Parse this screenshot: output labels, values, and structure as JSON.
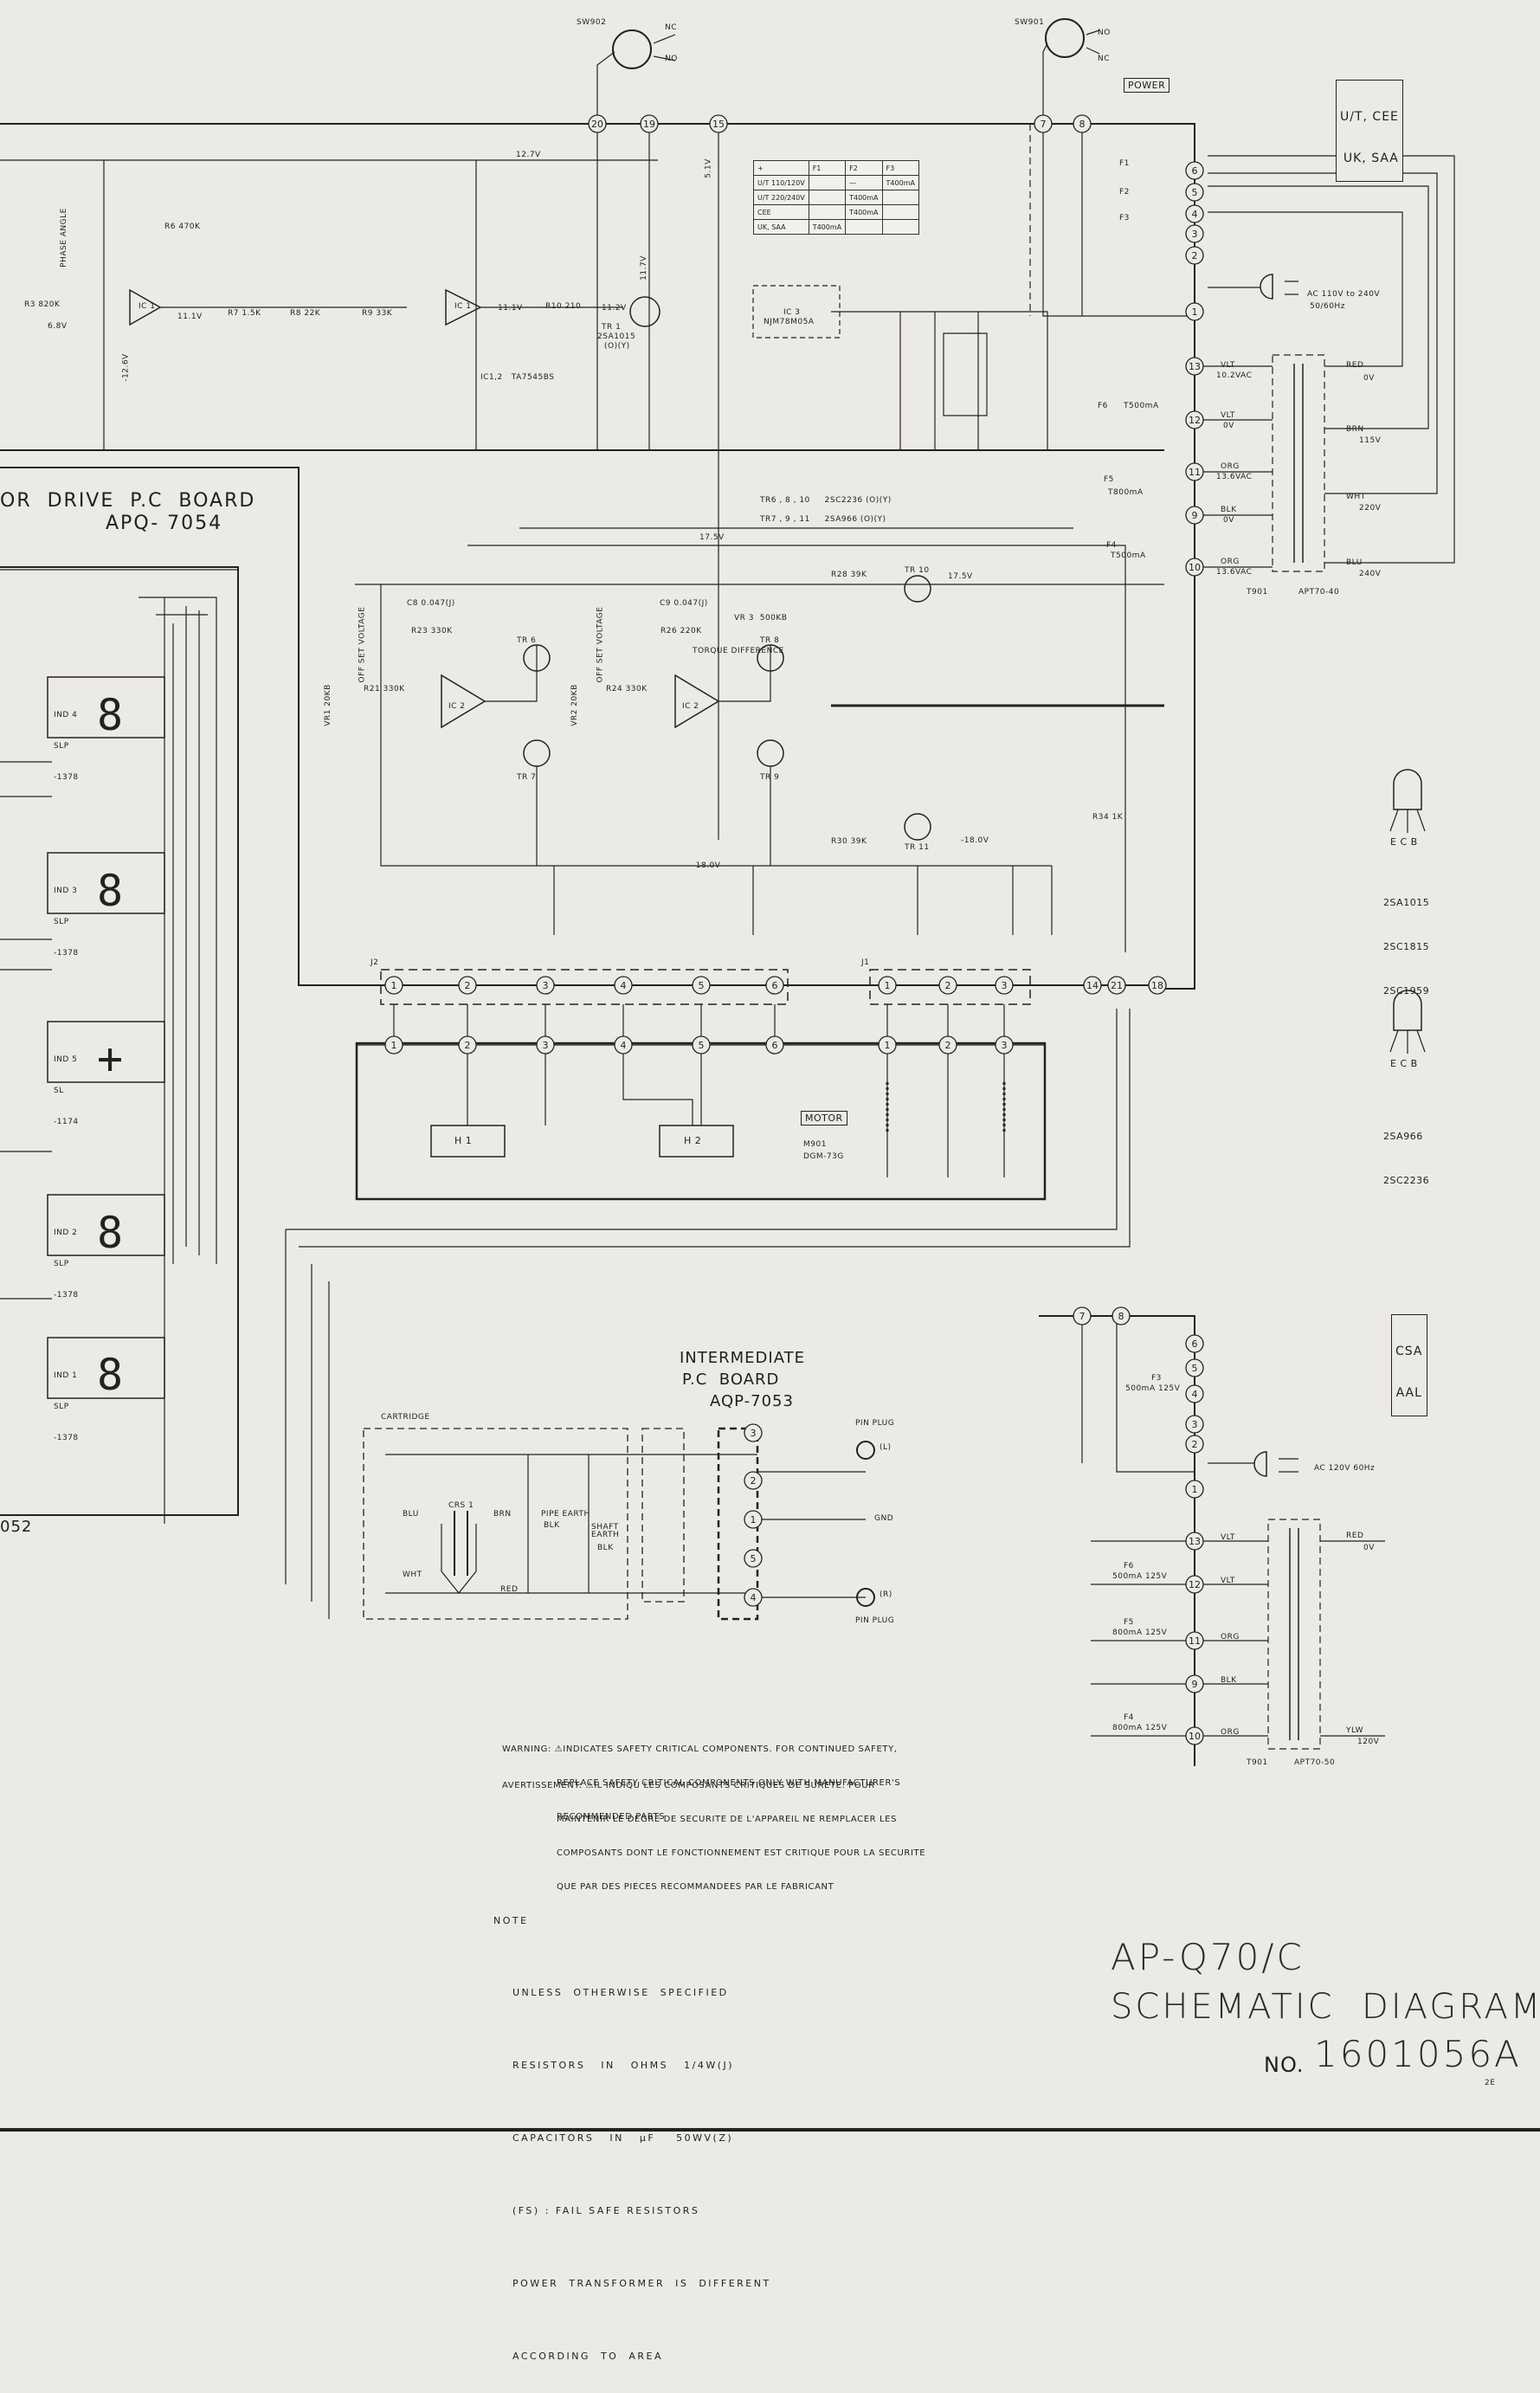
{
  "switches": {
    "sw902": "SW902",
    "sw901": "SW901",
    "nc": "NC",
    "no": "NO"
  },
  "power_box": "POWER",
  "area_box_top": [
    "U/T, CEE",
    "UK, SAA"
  ],
  "area_box_bottom": [
    "CSA",
    "AAL"
  ],
  "boards": {
    "motor_drive_a": "OR  DRIVE  P.C  BOARD",
    "motor_drive_b": "APQ- 7054",
    "intermediate_a": "INTERMEDIATE",
    "intermediate_b": "P.C  BOARD",
    "intermediate_c": "AQP-7053",
    "left_cut": "052"
  },
  "connector_pins_top": [
    "20",
    "19",
    "15",
    "7",
    "8"
  ],
  "connector_pins_right": [
    "6",
    "5",
    "4",
    "3",
    "2",
    "1",
    "13",
    "12",
    "11",
    "9",
    "10"
  ],
  "connector_pins_bottom": [
    "14",
    "21",
    "18"
  ],
  "connector_pins_lower_right": [
    "7",
    "8",
    "6",
    "5",
    "4",
    "3",
    "2",
    "1",
    "13",
    "12",
    "11",
    "9",
    "10"
  ],
  "j2_pins": [
    "1",
    "2",
    "3",
    "4",
    "5",
    "6"
  ],
  "j1_pins": [
    "1",
    "2",
    "3"
  ],
  "motor_pins": [
    "1",
    "2",
    "3",
    "4",
    "5",
    "6",
    "1",
    "2",
    "3"
  ],
  "fuse_table": {
    "header": [
      "+",
      "F1",
      "F2",
      "F3"
    ],
    "rows": [
      [
        "U/T 110/120V",
        "",
        "—",
        "T400mA"
      ],
      [
        "U/T 220/240V",
        "",
        "T400mA",
        ""
      ],
      [
        "CEE",
        "",
        "T400mA",
        ""
      ],
      [
        "UK, SAA",
        "T400mA",
        "",
        ""
      ]
    ]
  },
  "labels": {
    "v12_7": "12.7V",
    "v5_1": "5.1V",
    "phase_angle": "PHASE ANGLE",
    "r6": "R6 470K",
    "r3": "R3 820K",
    "r7": "R7 1.5K",
    "r8": "R8 22K",
    "r9": "R9 33K",
    "r10": "R10 210",
    "ic1": "IC 1",
    "ic1_2": "IC1,2   TA7545BS",
    "tr1": "TR 1",
    "tr1_part": "2SA1015",
    "tr1_grade": "(O)(Y)",
    "ic3": "IC 3",
    "ic3_part": "NJM78M05A",
    "v6_8": "6.8V",
    "v11_1": "11.1V",
    "v11_2": "11.2V",
    "v11_7": "11.7V",
    "vm12_6": "-12.6V",
    "f1": "F1",
    "f2": "F2",
    "f3": "F3",
    "f4": "F4",
    "f5": "F5",
    "f6": "F6",
    "f6_val": "T500mA",
    "f5_val": "T800mA",
    "f4_val": "T500mA",
    "ac_main": "AC 110V to 240V",
    "ac_main_hz": "50/60Hz",
    "vlt": "VLT",
    "org": "ORG",
    "blk": "BLK",
    "red": "RED",
    "brn": "BRN",
    "wht": "WHT",
    "blu": "BLU",
    "v10_2vac": "10.2VAC",
    "v13_6vac": "13.6VAC",
    "v0": "0V",
    "v115": "115V",
    "v220": "220V",
    "v240": "240V",
    "t901": "T901",
    "t901_part": "APT70-40",
    "tr_list_a": "TR6 , 8 , 10     2SC2236 (O)(Y)",
    "tr_list_b": "TR7 , 9 , 11     2SA966 (O)(Y)",
    "v17_5": "17.5V",
    "vm18": "-18.0V",
    "vm18b": "-18.0V",
    "c8": "C8 0.047(J)",
    "c9": "C9 0.047(J)",
    "r23": "R23 330K",
    "r26": "R26 220K",
    "vr3": "VR 3  500KB",
    "torque": "TORQUE DIFFERENCE",
    "offset1": "OFF SET VOLTAGE",
    "offset2": "OFF SET VOLTAGE",
    "vr1": "VR1 20KB",
    "vr2": "VR2 20KB",
    "r21": "R21 330K",
    "r24": "R24 330K",
    "ic2a": "IC 2",
    "ic2b": "IC 2",
    "tr6": "TR 6",
    "tr7": "TR 7",
    "tr8": "TR 8",
    "tr9": "TR 9",
    "tr10": "TR 10",
    "tr11": "TR 11",
    "r28": "R28 39K",
    "r30": "R30 39K",
    "r34": "R34 1K",
    "j2": "J2",
    "j1": "J1",
    "h1": "H 1",
    "h2": "H 2",
    "motor": "MOTOR",
    "m901": "M901",
    "m901_part": "DGM-73G",
    "transistor_a": [
      "2SA1015",
      "2SC1815",
      "2SC1959"
    ],
    "transistor_b": [
      "2SA966",
      "2SC2236"
    ],
    "ecb": "E C B",
    "ind4": [
      "IND 4",
      "SLP",
      "-1378"
    ],
    "ind3": [
      "IND 3",
      "SLP",
      "-1378"
    ],
    "ind5": [
      "IND 5",
      "SL",
      "-1174"
    ],
    "ind2": [
      "IND 2",
      "SLP",
      "-1378"
    ],
    "ind1": [
      "IND 1",
      "SLP",
      "-1378"
    ],
    "cartridge": "CARTRIDGE",
    "crs1": "CRS 1",
    "pipe_earth": "PIPE EARTH",
    "shaft_earth": "SHAFT EARTH",
    "pin_plug": "PIN PLUG",
    "gnd": "GND",
    "l_ch": "(L)",
    "r_ch": "(R)",
    "ac_120": "AC 120V 60Hz",
    "f3b": "F3",
    "f3b_val": "500mA 125V",
    "f6b": "F6",
    "f6b_val": "500mA 125V",
    "f5b": "F5",
    "f5b_val": "800mA 125V",
    "f4b": "F4",
    "f4b_val": "800mA 125V",
    "ylw": "YLW",
    "v120": "120V",
    "t901b_part": "APT70-50"
  },
  "warning": {
    "en": [
      "WARNING: ⚠INDICATES SAFETY CRITICAL COMPONENTS. FOR CONTINUED SAFETY,",
      "REPLACE SAFETY CRITICAL COMPONENTS ONLY WITH MANUFACTURER'S",
      "RECOMMENDED PARTS"
    ],
    "fr": [
      "AVERTISSEMENT: ⚠IL INDIQU LES COMPOSANTS CRITIQUES DE SURETE. POUR",
      "MAINTENIR LE DEGRE DE SECURITE DE L'APPAREIL NE REMPLACER LES",
      "COMPOSANTS DONT LE FONCTIONNEMENT EST CRITIQUE POUR LA SECURITE",
      "QUE PAR DES PIECES RECOMMANDEES PAR LE FABRICANT"
    ]
  },
  "note": {
    "heading": "NOTE",
    "lines": [
      "UNLESS  OTHERWISE  SPECIFIED",
      "RESISTORS   IN   OHMS   1/4W(J)",
      "CAPACITORS   IN   μF    50WV(Z)",
      "(FS) : FAIL SAFE RESISTORS",
      "POWER  TRANSFORMER  IS  DIFFERENT",
      "ACCORDING  TO  AREA"
    ]
  },
  "title_block": {
    "model": "AP-Q70/C",
    "title": "SCHEMATIC  DIAGRAM",
    "no_label": "NO.",
    "no_value": "1601056A",
    "suffix": "2E"
  }
}
